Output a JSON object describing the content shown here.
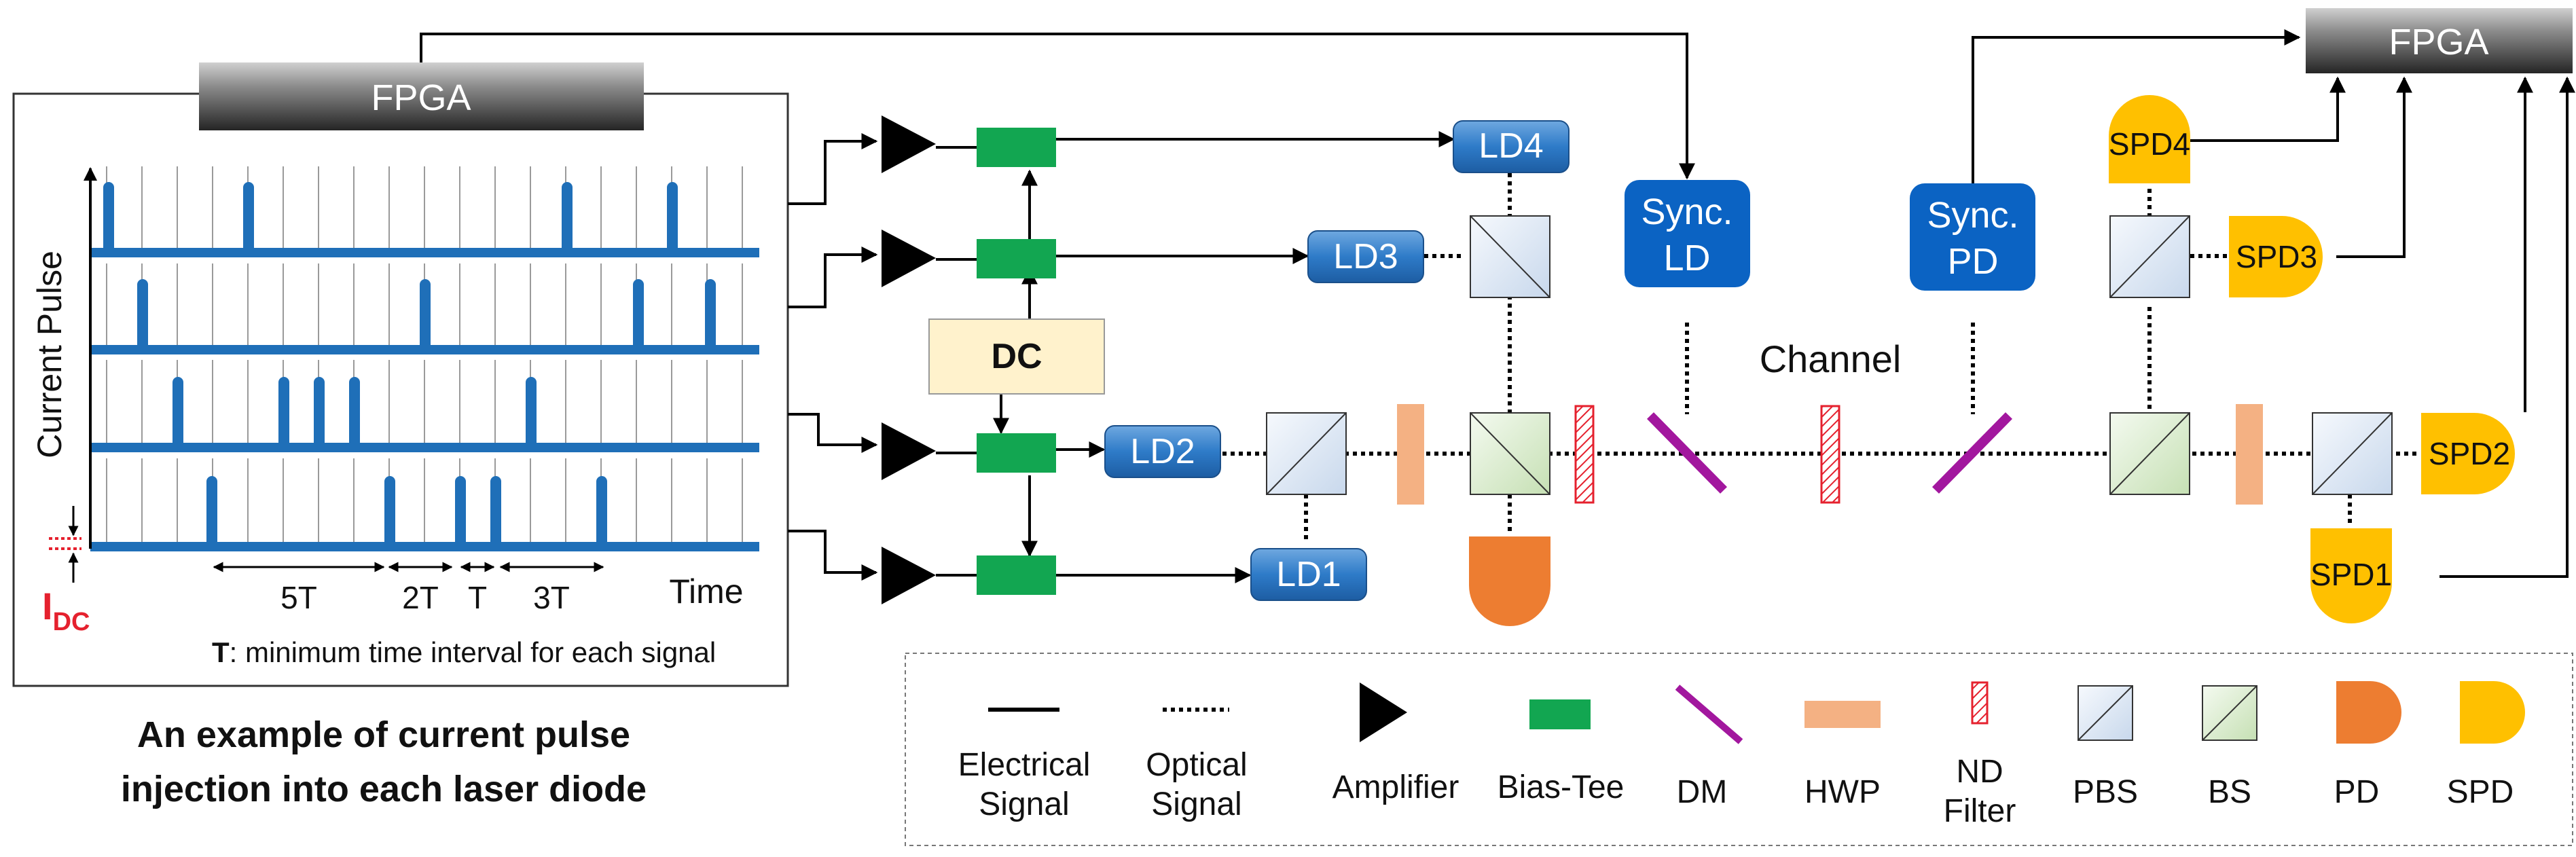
{
  "fpga_left": "FPGA",
  "fpga_right": "FPGA",
  "pulse_panel": {
    "ylabel": "Current Pulse",
    "xlabel": "Time",
    "intervals": [
      "5T",
      "2T",
      "T",
      "3T"
    ],
    "idc_main": "I",
    "idc_sub": "DC",
    "note_bold": "T",
    "note_rest": ": minimum time interval for each signal",
    "caption_line1": "An example of current pulse",
    "caption_line2": "injection into each laser diode"
  },
  "dc": "DC",
  "lasers": [
    "LD1",
    "LD2",
    "LD3",
    "LD4"
  ],
  "sync_ld": [
    "Sync.",
    "LD"
  ],
  "sync_pd": [
    "Sync.",
    "PD"
  ],
  "channel": "Channel",
  "detectors": [
    "SPD1",
    "SPD2",
    "SPD3",
    "SPD4"
  ],
  "legend": {
    "electrical": [
      "Electrical",
      "Signal"
    ],
    "optical": [
      "Optical",
      "Signal"
    ],
    "amplifier": "Amplifier",
    "bias_tee": "Bias-Tee",
    "dm": "DM",
    "hwp": "HWP",
    "nd_filter": [
      "ND",
      "Filter"
    ],
    "pbs": "PBS",
    "bs": "BS",
    "pd": "PD",
    "spd": "SPD"
  },
  "colors": {
    "pulse_blue": "#1F6FB8",
    "ld_blue": "#2E7BC8",
    "sync_blue": "#0B63C3",
    "bias_green": "#12A651",
    "dm_purple": "#A2179E",
    "hwp_orange": "#F4B183",
    "nd_red": "#E5212E",
    "pd_orange": "#ED7D31",
    "spd_yellow": "#FFC000",
    "dc_fill": "#FFF2CC",
    "pbs_fill": "#E4EDF7",
    "bs_fill": "#E2F0D9"
  },
  "icons": [
    "amplifier-icon",
    "bias-tee-icon",
    "dichroic-mirror-icon",
    "half-wave-plate-icon",
    "nd-filter-icon",
    "pbs-icon",
    "bs-icon",
    "pd-icon",
    "spd-icon"
  ]
}
